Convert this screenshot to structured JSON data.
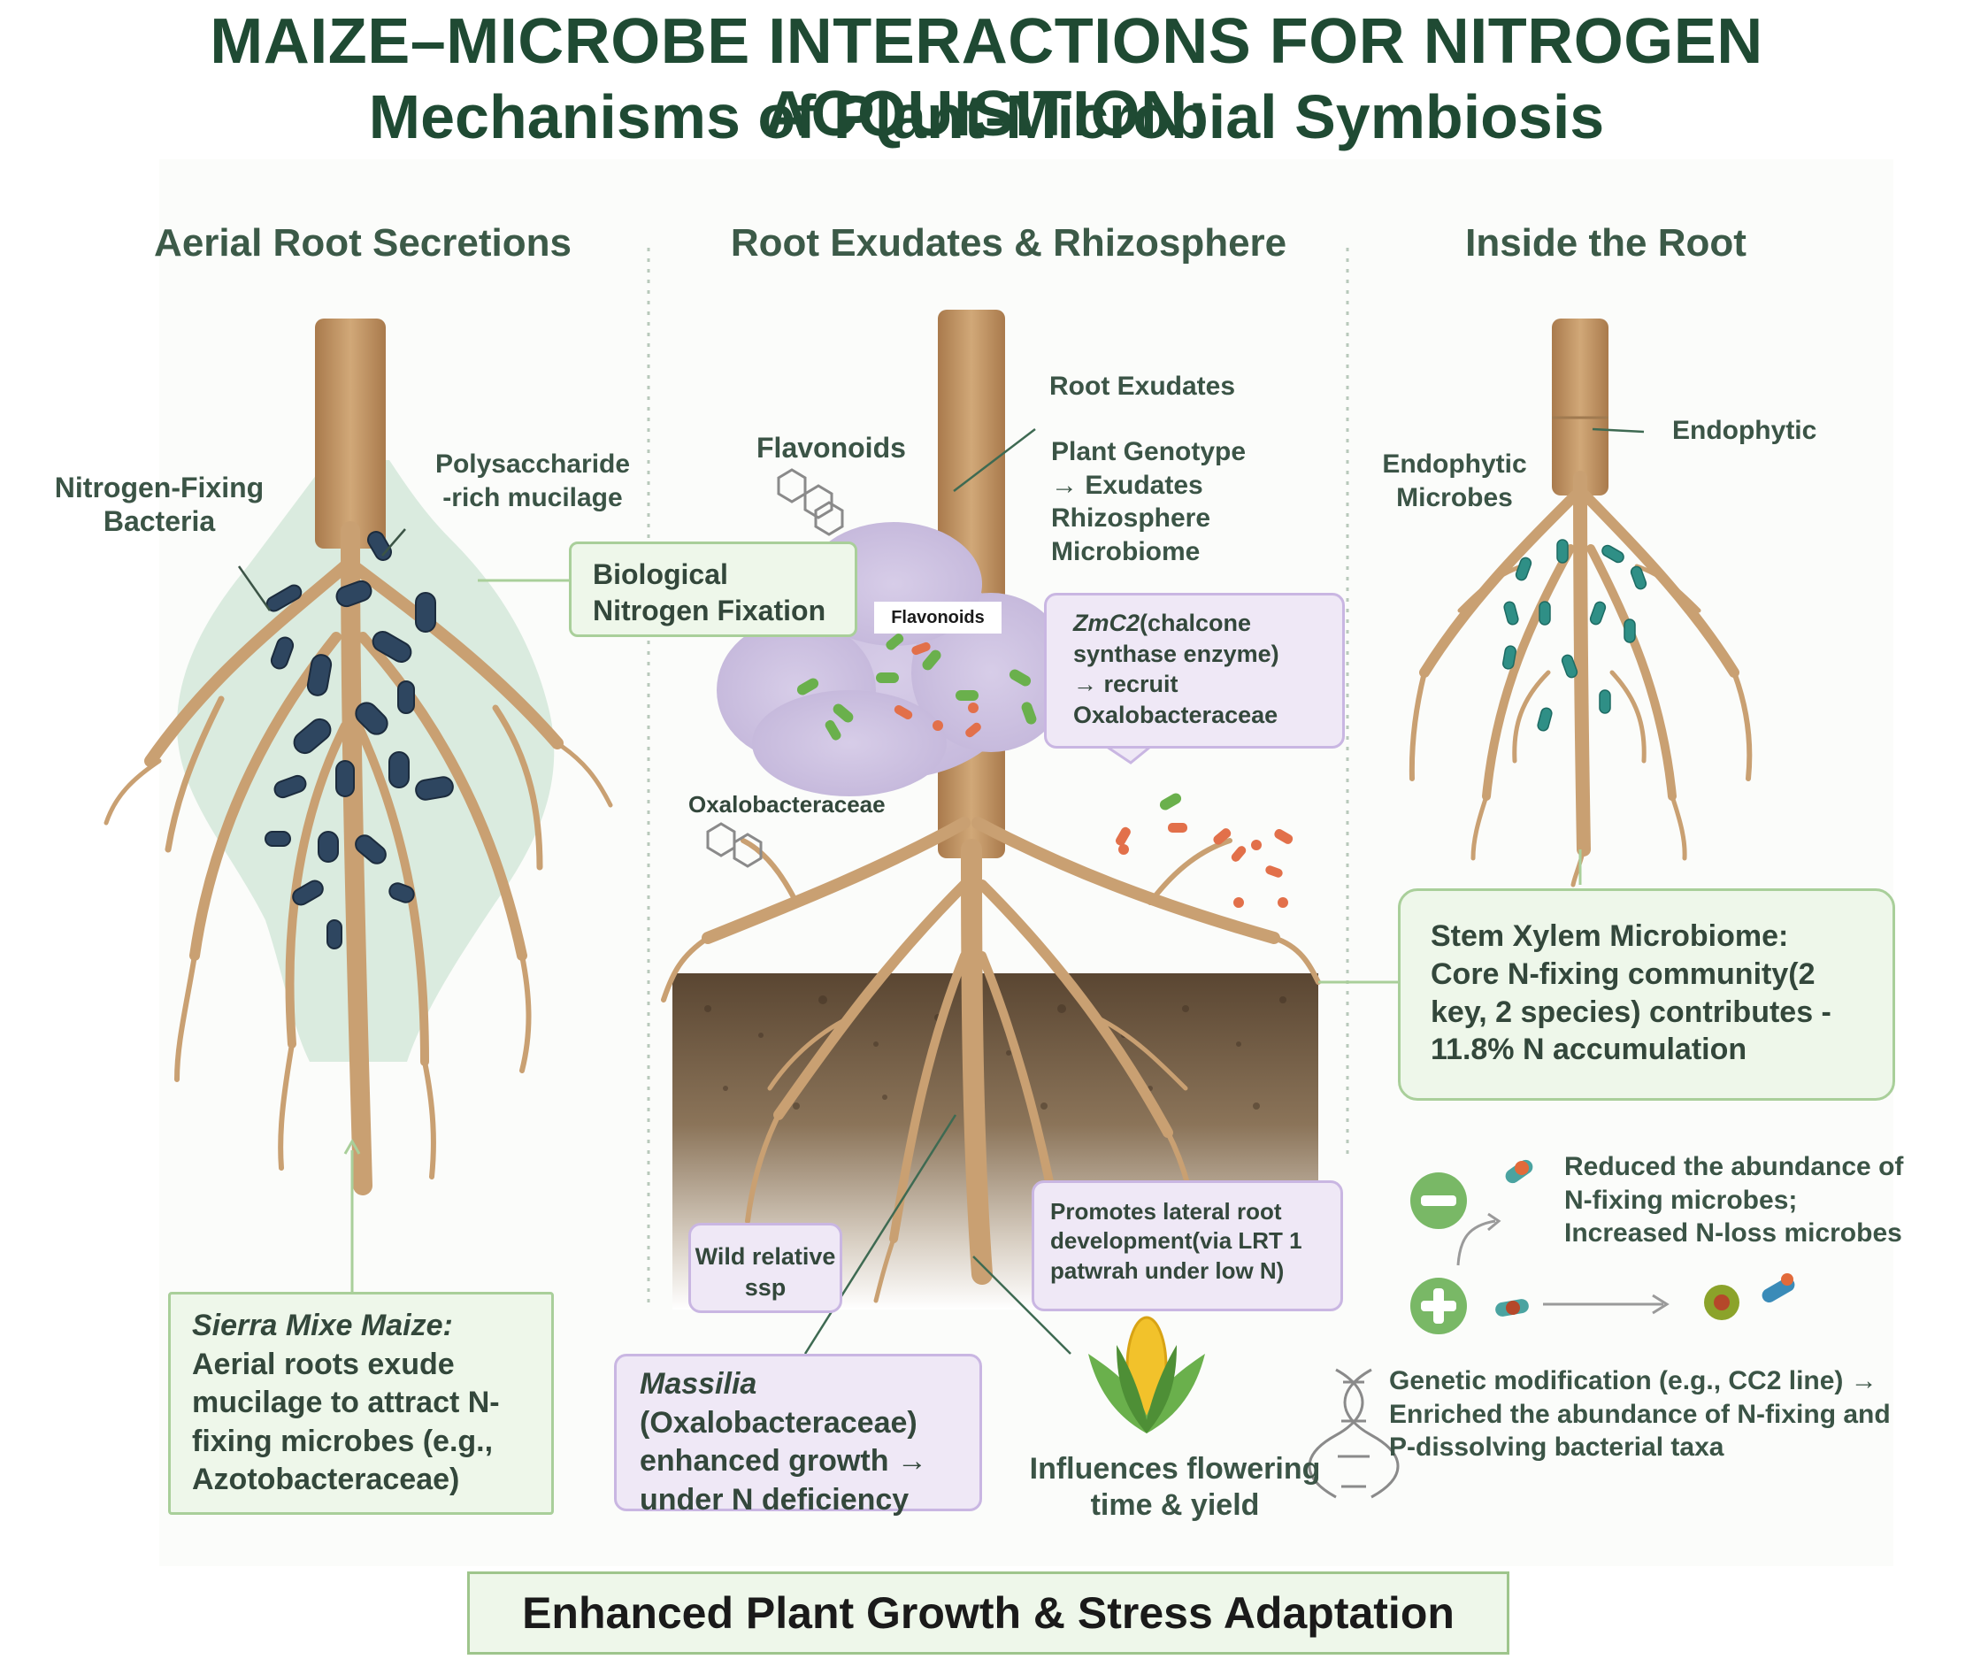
{
  "title": {
    "line1": "MAIZE–MICROBE INTERACTIONS FOR NITROGEN ACQUISITION:",
    "line2": "Mechanisms of Plant-Microbial Symbiosis"
  },
  "columns": {
    "left": "Aerial Root Secretions",
    "middle": "Root Exudates  & Rhizosphere",
    "right": "Inside the Root"
  },
  "left_panel": {
    "nfb_line1": "Nitrogen-Fixing",
    "nfb_line2": "Bacteria",
    "muc_line1": "Polysaccharide",
    "muc_line2": "-rich mucilage",
    "bnf_line1": "Biological",
    "bnf_line2": "Nitrogen Fixation",
    "sierra_title": "Sierra Mixe Maize:",
    "sierra_line1": "Aerial roots exude",
    "sierra_line2": "mucilage to attract N-",
    "sierra_line3": "fixing microbes (e.g.,",
    "sierra_line4": "Azotobacteraceae)"
  },
  "middle_panel": {
    "root_exudates": "Root Exudates",
    "flavonoids_top": "Flavonoids",
    "flavonoids_cloud": "Flavonoids",
    "genotype_line1": "Plant Genotype",
    "genotype_line2": "→ Exudates",
    "genotype_line3": "Rhizosphere",
    "genotype_line4": "Microbiome",
    "zmc2_gene": "ZmC2",
    "zmc2_line1": "(chalcone",
    "zmc2_line2": "synthase enzyme)",
    "zmc2_line3": "→ recruit",
    "zmc2_line4": "Oxalobacteraceae",
    "oxalo": "Oxalobacteraceae",
    "wild_line1": "Wild relative",
    "wild_line2": "ssp",
    "lateral_line1": "Promotes lateral root",
    "lateral_line2": "development(via LRT 1",
    "lateral_line3": "patwrah under low N)",
    "massilia_title": "Massilia",
    "massilia_line1": "(Oxalobacteraceae)",
    "massilia_line2": "enhanced growth →",
    "massilia_line3": "under N deficiency",
    "flowering_line1": "Influences flowering",
    "flowering_line2": "time & yield"
  },
  "right_panel": {
    "endophytic": "Endophytic",
    "endo_microbes_line1": "Endophytic",
    "endo_microbes_line2": "Microbes",
    "xylem_line1": "Stem Xylem Microbiome:",
    "xylem_line2": "Core N-fixing community(2",
    "xylem_line3": "key, 2 species) contributes -",
    "xylem_line4": "11.8% N accumulation",
    "minus_symbol": "−",
    "plus_symbol": "+",
    "reduced_line1": "Reduced the abundance of",
    "reduced_line2": "N-fixing microbes;",
    "reduced_line3": "Increased N-loss microbes",
    "gm_line1": "Genetic modification (e.g., CC2 line) →",
    "gm_line2": "Enriched the abundance of N-fixing and",
    "gm_line3": "P-dissolving bacterial taxa"
  },
  "footer": "Enhanced Plant Growth & Stress Adaptation",
  "colors": {
    "title": "#1f4a33",
    "root": "#c9a072",
    "box_green_fill": "#eef7ea",
    "box_green_border": "#a9cf9a",
    "box_purple_fill": "#efe8f6",
    "box_purple_border": "#c9b6e2",
    "bacteria": "#2e4660",
    "soil": "#6b5540"
  }
}
